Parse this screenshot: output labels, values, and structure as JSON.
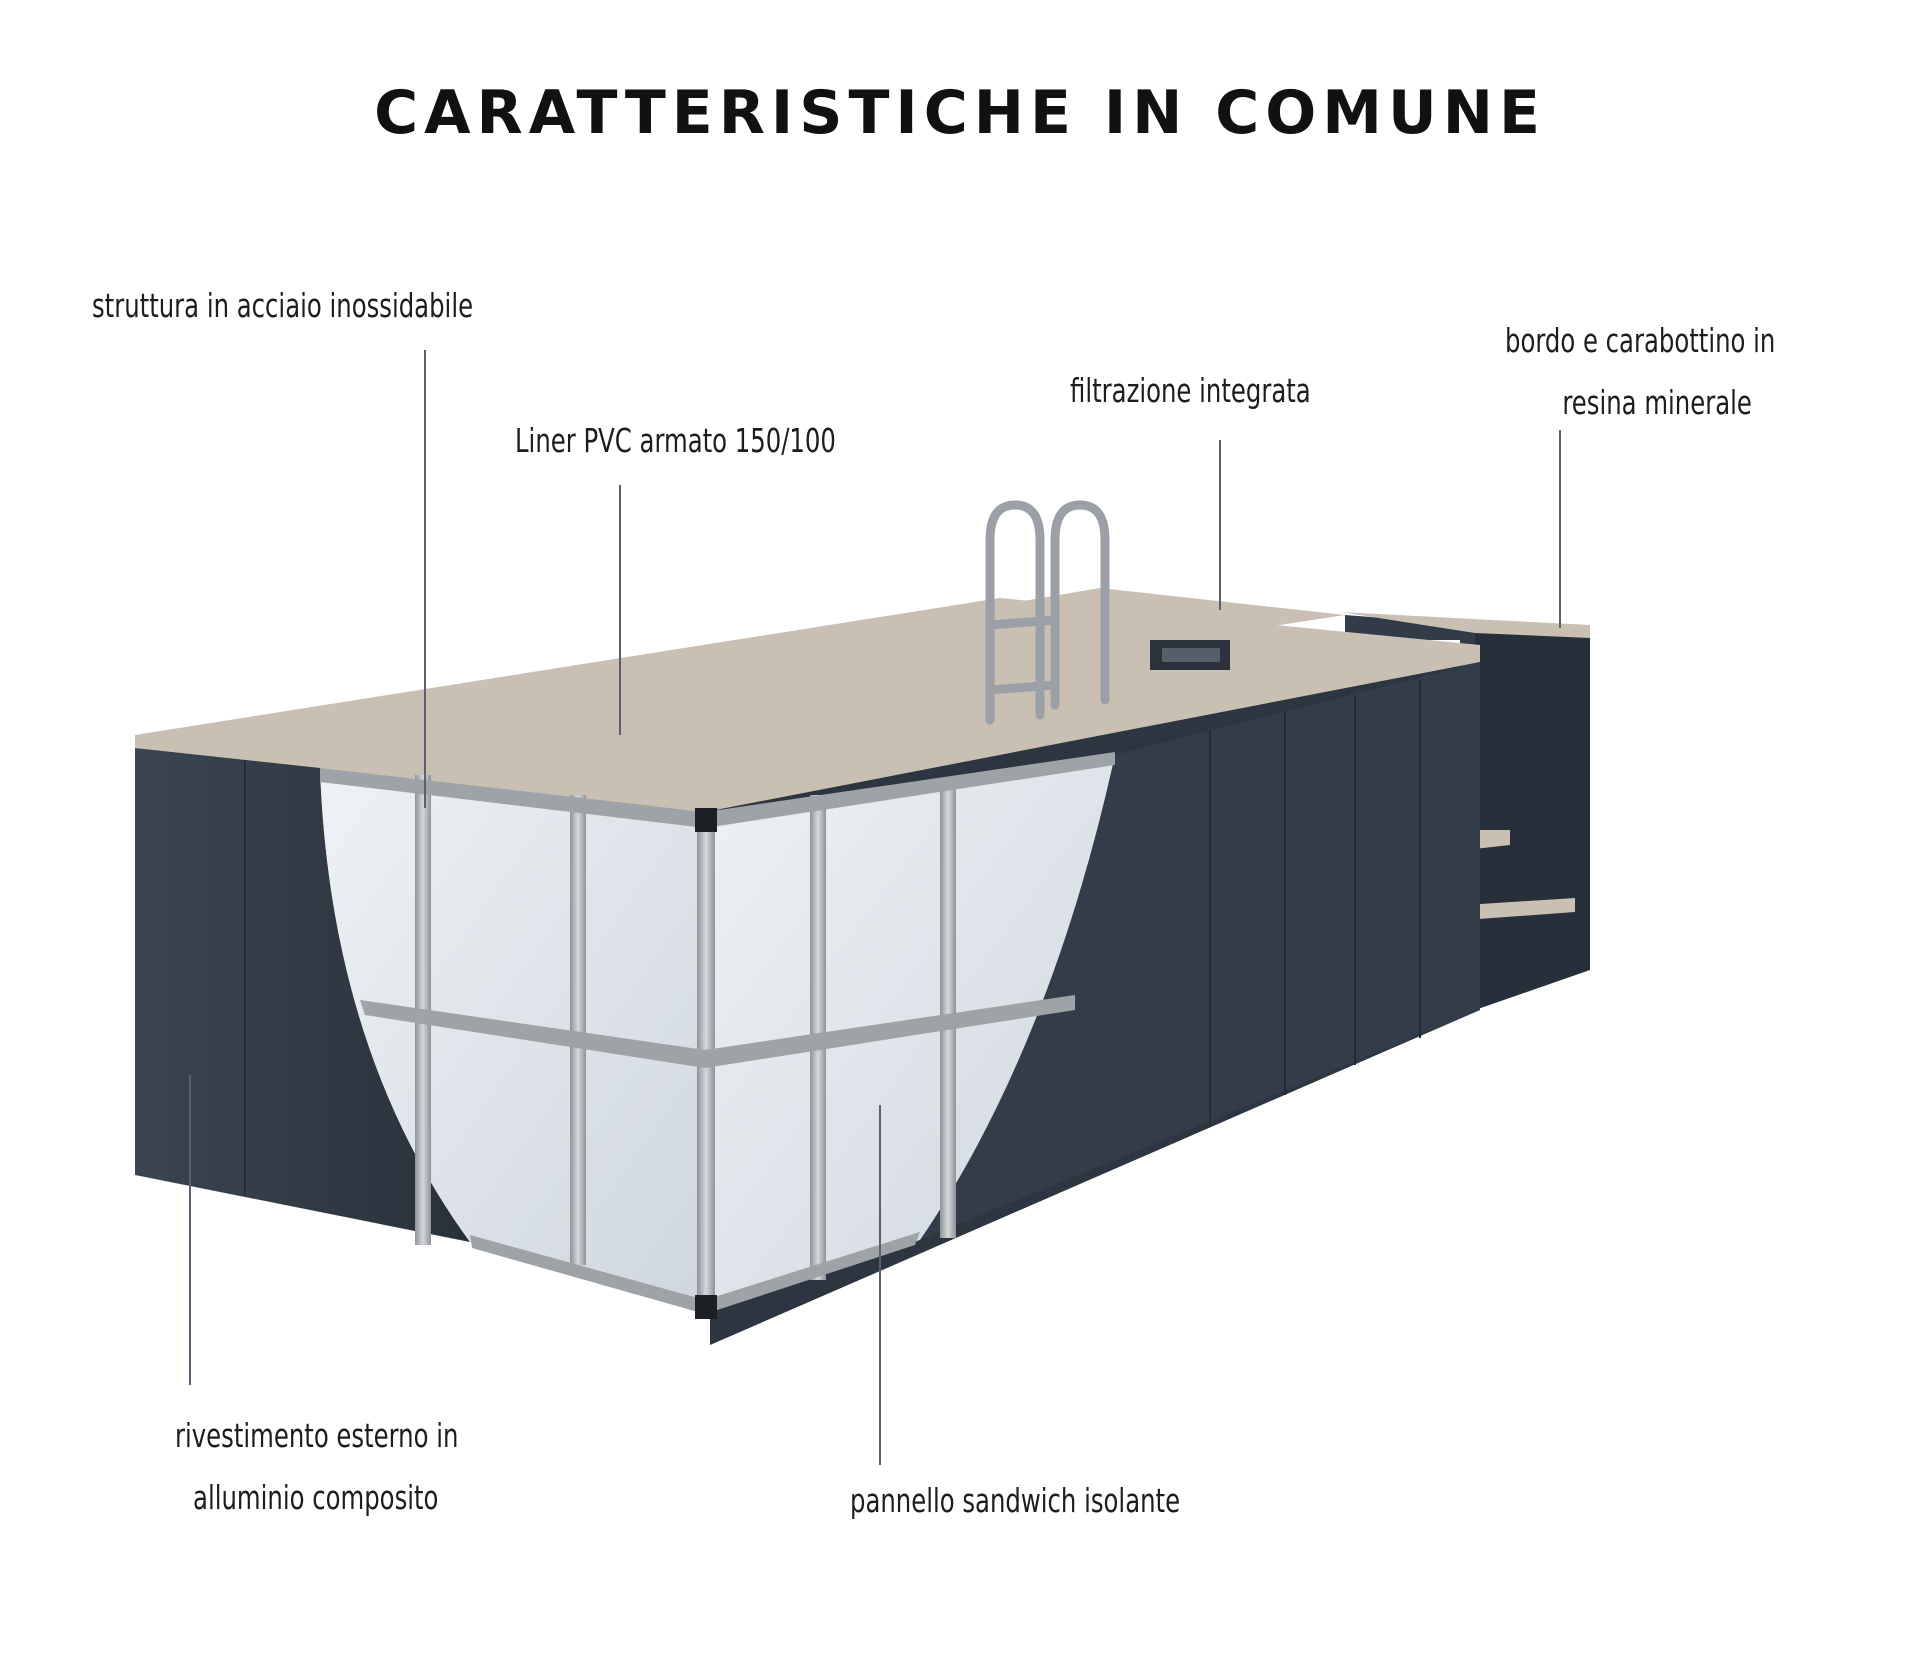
{
  "title": "CARATTERISTICHE IN COMUNE",
  "labels": {
    "structure": "struttura in acciaio inossidabile",
    "liner": "Liner PVC armato 150/100",
    "filtration": "filtrazione integrata",
    "edge_line1": "bordo e carabottino in",
    "edge_line2": "resina minerale",
    "cladding_line1": "rivestimento esterno in",
    "cladding_line2": "alluminio composito",
    "panel": "pannello sandwich isolante"
  },
  "colors": {
    "cladding": "#2f3843",
    "cladding_dark": "#232a33",
    "liner": "#b6bdc6",
    "panel": "#dfe4ea",
    "steel": "#a8acb0",
    "coping": "#c9bfb3",
    "leader_line": "#5a6070"
  }
}
